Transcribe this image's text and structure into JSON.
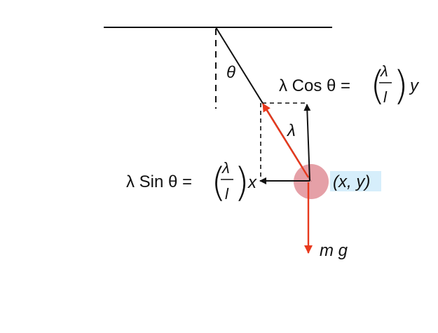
{
  "colors": {
    "line": "#111111",
    "force_arrow": "#e8391d",
    "bob_fill": "#e08f98",
    "coord_highlight": "#d6eefb"
  },
  "labels": {
    "theta": "θ",
    "lambda": "λ",
    "cos_term": "λ Cos θ =",
    "sin_term": "λ Sin θ =",
    "frac_num": "λ",
    "frac_den": "l",
    "y_var": "y",
    "x_var": "x",
    "coords": "(x, y)",
    "weight": "m g"
  }
}
